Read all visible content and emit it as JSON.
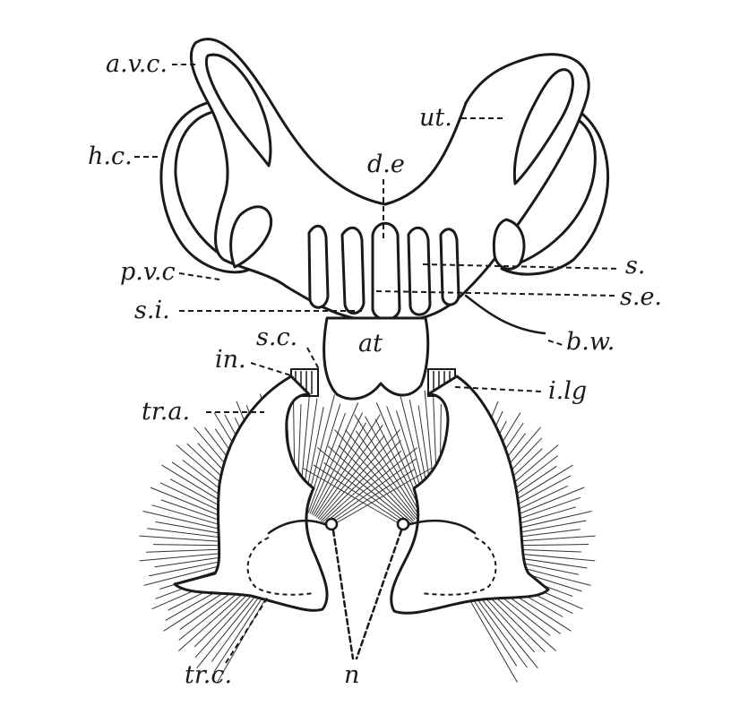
{
  "labels": {
    "avc": "a.v.c.",
    "hc": "h.c.",
    "ut": "ut.",
    "de": "d.e",
    "pvc": "p.v.c",
    "si": "s.i.",
    "s": "s.",
    "se": "s.e.",
    "sc": "s.c.",
    "at": "at",
    "bw": "b.w.",
    "in": "in.",
    "ilg": "i.lg",
    "tra": "tr.a.",
    "trc": "tr.c.",
    "n": "n"
  },
  "colors": {
    "ink": "#1a1a1a",
    "paper": "#ffffff"
  }
}
